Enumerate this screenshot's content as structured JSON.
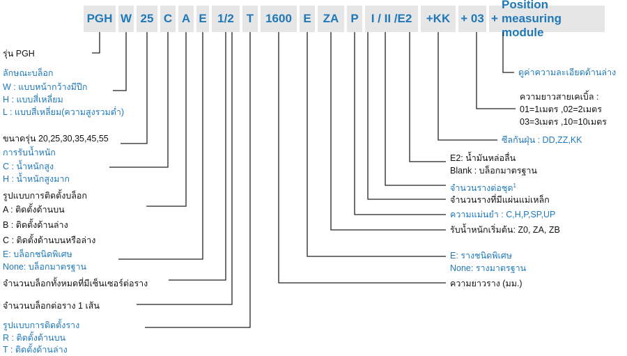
{
  "codes": [
    {
      "id": "pgh",
      "text": "PGH"
    },
    {
      "id": "w",
      "text": "W"
    },
    {
      "id": "25",
      "text": "25"
    },
    {
      "id": "c",
      "text": "C"
    },
    {
      "id": "a",
      "text": "A"
    },
    {
      "id": "e",
      "text": "E"
    },
    {
      "id": "half",
      "text": "1/2"
    },
    {
      "id": "t",
      "text": "T"
    },
    {
      "id": "1600",
      "text": "1600"
    },
    {
      "id": "e2",
      "text": "E"
    },
    {
      "id": "za",
      "text": "ZA"
    },
    {
      "id": "p",
      "text": "P"
    },
    {
      "id": "rail",
      "text": "I / II /E2"
    },
    {
      "id": "kk",
      "text": "+KK"
    },
    {
      "id": "03",
      "text": "+ 03"
    },
    {
      "id": "plus",
      "text": "+"
    },
    {
      "id": "pos",
      "text": "Position measuring module"
    }
  ],
  "left": {
    "model": "รุ่น PGH",
    "block_title": "ลักษณะบล็อก",
    "block_w": "W : แบบหน้ากว้างมีปีก",
    "block_h": "H : แบบสี่เหลี่ยม",
    "block_l": "L : แบบสี่เหลี่ยม(ความสูงรวมต่ำ)",
    "size": "ขนาดรุ่น 20,25,30,35,45,55",
    "load_title": "การรับน้ำหนัก",
    "load_c": "C : น้ำหนักสูง",
    "load_h": "H : น้ำหนักสูงมาก",
    "mount_title": "รูปแบบการติดตั้งบล็อก",
    "mount_a": "A : ติดตั้งด้านบน",
    "mount_b": "B : ติดตั้งด้านล่าง",
    "mount_c": "C : ติดตั้งด้านบนหรือล่าง",
    "special_e": "E: บล็อกชนิดพิเศษ",
    "special_none": "None: บล็อกมาตรฐาน",
    "sensor_blocks": "จำนวนบล็อกทั้งหมดที่มีเซ็นเซอร์ต่อราง",
    "blocks_per_rail": "จำนวนบล็อกต่อราง 1 เส้น",
    "rail_mount_title": "รูปแบบการติดตั้งราง",
    "rail_mount_r": "R : ติดตั้งด้านบน",
    "rail_mount_t": "T : ติดตั้งด้านล่าง"
  },
  "right": {
    "resolution": "ดูค่าความละเอียดด้านล่าง",
    "cable_title": "ความยาวสายเคเบิ้ล :",
    "cable_1": "01=1เมตร ,02=2เมตร",
    "cable_2": "03=3เมตร ,10=10เมตร",
    "dust": "ซีลกันฝุ่น : DD,ZZ,KK",
    "e2_lub": "E2: น้ำมันหล่อลื่น",
    "blank_std": "Blank : บล็อกมาตรฐาน",
    "rail_count": "จำนวนรางต่อชุด",
    "rail_count_sup": "1",
    "magnet_rail": "จำนวนรางที่มีแผ่นแม่เหล็ก",
    "precision": "ความแม่นยำ : C,H,P,SP,UP",
    "preload": "รับน้ำหนักเริ่มต้น: Z0, ZA, ZB",
    "special_rail": "E: รางชนิดพิเศษ",
    "none_rail": "None: รางมาตรฐาน",
    "rail_length": "ความยาวราง (มม.)"
  }
}
